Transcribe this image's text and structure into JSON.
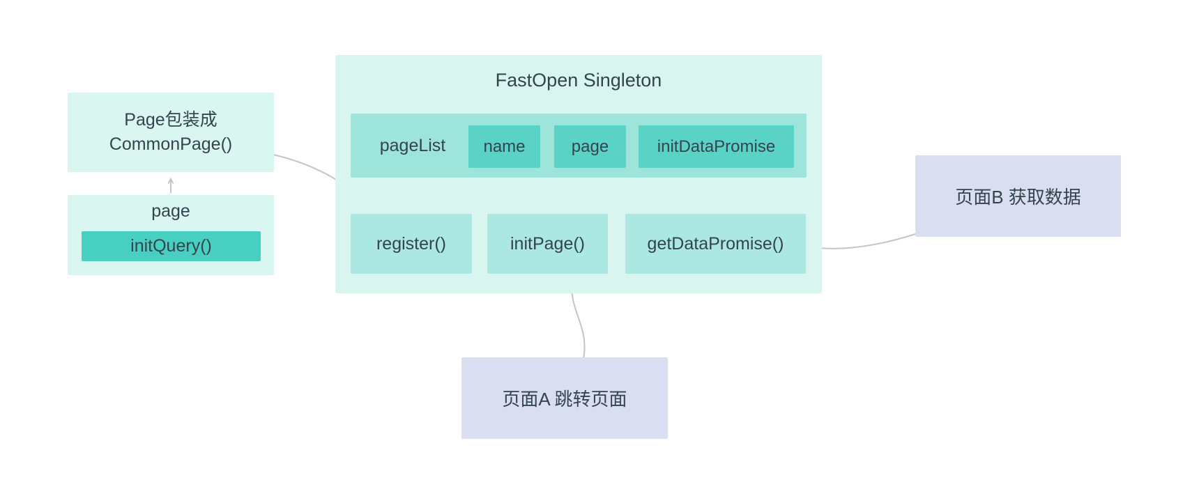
{
  "diagram": {
    "singleton": {
      "title": "FastOpen Singleton",
      "pagelist_label": "pageList",
      "fields": [
        "name",
        "page",
        "initDataPromise"
      ],
      "methods": [
        "register()",
        "initPage()",
        "getDataPromise()"
      ]
    },
    "common_page_box": {
      "line1": "Page包装成",
      "line2": "CommonPage()"
    },
    "page_box": {
      "label": "page",
      "method": "initQuery()"
    },
    "page_a_box": {
      "label": "页面A 跳转页面"
    },
    "page_b_box": {
      "label": "页面B 获取数据"
    },
    "relations": [
      {
        "from": "page",
        "to": "Page包装成 CommonPage()"
      },
      {
        "from": "Page包装成 CommonPage()",
        "to": "register()"
      },
      {
        "from": "register()",
        "to": "pageList"
      },
      {
        "from": "initPage()",
        "to": "pageList"
      },
      {
        "from": "getDataPromise()",
        "to": "pageList"
      },
      {
        "from": "页面A 跳转页面",
        "to": "initPage()"
      },
      {
        "from": "页面B 获取数据",
        "to": "getDataPromise()"
      }
    ],
    "colors": {
      "background": "#ffffff",
      "mint_light": "#daf6f0",
      "singleton_bg": "#d9f5ef",
      "pagelist_bar": "#9de4da",
      "field_cell": "#5ad2c5",
      "method_box": "#aae8e1",
      "init_query": "#47d0c2",
      "lavender": "#d9def1",
      "text": "#34444e",
      "arrow": "#c2c4c6"
    }
  }
}
